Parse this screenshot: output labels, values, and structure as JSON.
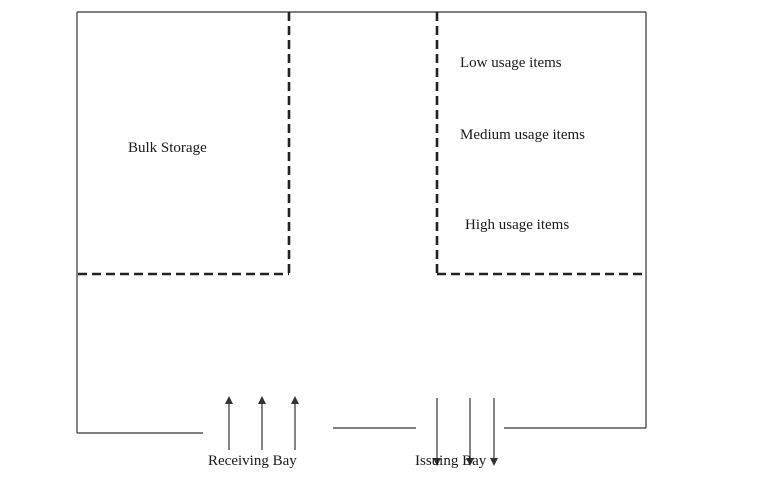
{
  "diagram": {
    "zones": {
      "bulk_storage": "Bulk Storage",
      "low_usage": "Low usage items",
      "medium_usage": "Medium usage items",
      "high_usage": "High usage items"
    },
    "bays": {
      "receiving": "Receiving Bay",
      "issuing": "Issuing Bay"
    },
    "colors": {
      "line": "#333333",
      "text": "#1a1a1a",
      "background": "#ffffff"
    }
  }
}
